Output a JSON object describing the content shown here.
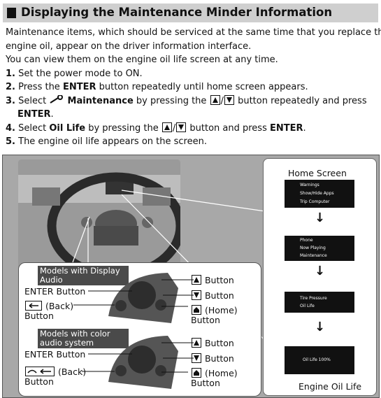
{
  "title": "Displaying the Maintenance Minder Information",
  "intro_line1": "Maintenance items, which should be serviced at the same time that you replace the",
  "intro_line2": "engine oil, appear on the driver information interface.",
  "intro_line3": "You can view them on the engine oil life screen at any time.",
  "steps": [
    {
      "num": "1.",
      "text": "Set the power mode to ON."
    },
    {
      "num": "2.",
      "pre": "Press the ",
      "bold": "ENTER",
      "post": " button repeatedly until home screen appears."
    },
    {
      "num": "3.",
      "pre": "Select ",
      "bold": "Maintenance",
      "mid": " by pressing the ",
      "post": " button repeatedly and press",
      "line2": "ENTER",
      "line2_post": "."
    },
    {
      "num": "4.",
      "pre": "Select ",
      "bold": "Oil Life",
      "mid": " by pressing the ",
      "post": " button and press ",
      "bold2": "ENTER",
      "end": "."
    },
    {
      "num": "5.",
      "text": "The engine oil life appears on the screen."
    }
  ],
  "slash": "/",
  "callout": {
    "display_audio": "Models with Display Audio",
    "color_audio": "Models with color audio system",
    "enter_button": "ENTER Button",
    "back": "(Back)",
    "button": "Button",
    "up_button": "Button",
    "down_button": "Button",
    "home": "(Home)"
  },
  "right_panel": {
    "home_screen": "Home Screen",
    "screen1": [
      "Warnings",
      "Show/Hide Apps",
      "Trip Computer"
    ],
    "screen2": [
      "Phone",
      "Now Playing",
      "Maintenance"
    ],
    "screen3": [
      "Tire Pressure",
      "Oil Life"
    ],
    "screen4": "Oil Life 100%",
    "arrow": "↓",
    "engine_oil_life": "Engine Oil Life"
  },
  "colors": {
    "title_bg": "#cfcfcf",
    "diagram_bg": "#a8a8a8",
    "tag_bg": "#4a4a4a"
  }
}
